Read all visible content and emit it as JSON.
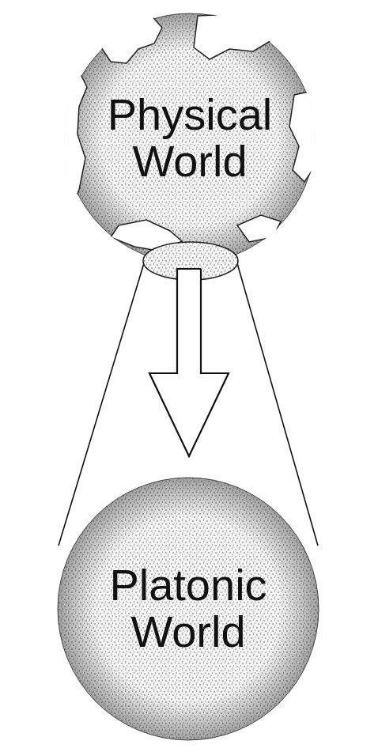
{
  "diagram": {
    "nodes": [
      {
        "text": [
          "Physical World"
        ]
      },
      {
        "text": [
          "Platonic World"
        ]
      }
    ],
    "edges": [
      {
        "from": 0,
        "to": 1,
        "arrow": "to"
      }
    ]
  }
}
